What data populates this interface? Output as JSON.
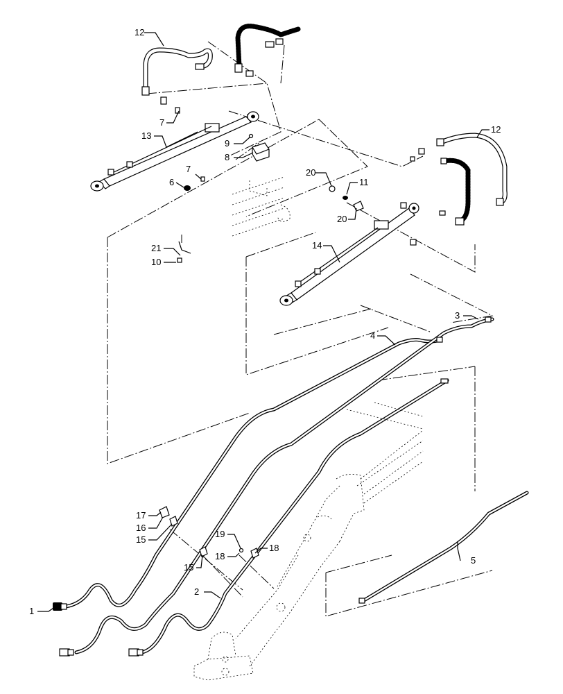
{
  "callouts": {
    "c12a": "12",
    "c12b": "12",
    "c7a": "7",
    "c7b": "7",
    "c13": "13",
    "c9": "9",
    "c8": "8",
    "c6": "6",
    "c20a": "20",
    "c11": "11",
    "c20b": "20",
    "c21": "21",
    "c10": "10",
    "c14": "14",
    "c3": "3",
    "c4": "4",
    "c17": "17",
    "c16": "16",
    "c15a": "15",
    "c15b": "15",
    "c19": "19",
    "c18a": "18",
    "c18b": "18",
    "c2": "2",
    "c5": "5",
    "c1": "1"
  }
}
